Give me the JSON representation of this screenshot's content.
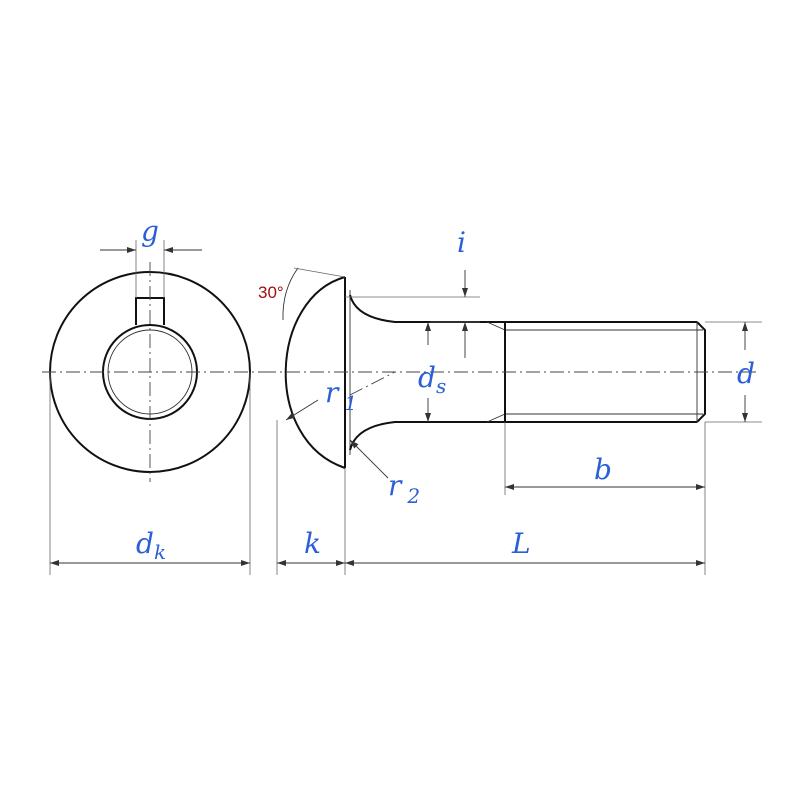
{
  "labels": {
    "g": "g",
    "i": "i",
    "angle": "30°",
    "d": "d",
    "ds_main": "d",
    "ds_sub": "s",
    "r1_main": "r",
    "r1_sub": "1",
    "r2_main": "r",
    "r2_sub": "2",
    "b": "b",
    "dk_main": "d",
    "dk_sub": "k",
    "k": "k",
    "L": "L"
  },
  "colors": {
    "label": "#2a5fd6",
    "angle": "#a01010",
    "lines": "#111111"
  }
}
